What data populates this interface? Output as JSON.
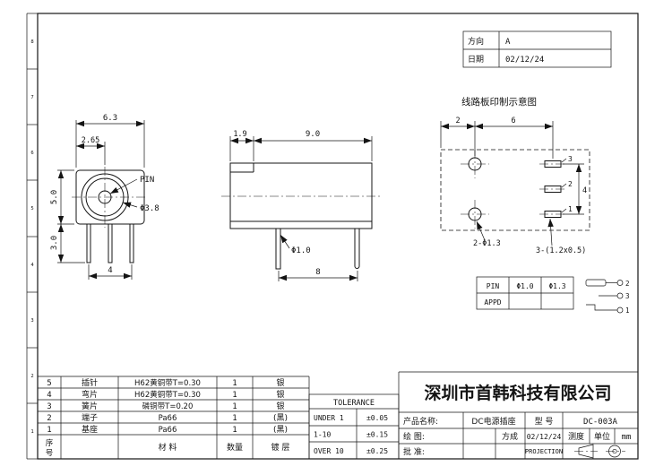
{
  "colors": {
    "background": "#ffffff",
    "line": "#141414"
  },
  "zones": [
    "8",
    "7",
    "6",
    "5",
    "4",
    "3",
    "2",
    "1"
  ],
  "info_box": {
    "direction_label": "方向",
    "direction_value": "A",
    "date_label": "日期",
    "date_value": "02/12/24"
  },
  "front_view": {
    "dim_width": "6.3",
    "dim_offset": "2.65",
    "dim_height": "5.0",
    "dim_pin_length": "3.0",
    "dim_pin_span": "4",
    "pin_label": "PIN",
    "barrel_dia": "Φ3.8"
  },
  "side_view": {
    "dim_step": "1.9",
    "dim_body": "9.0",
    "dim_pin_span": "8",
    "pin_dia": "Φ1.0"
  },
  "pcb_view": {
    "title": "线路板印制示意图",
    "dim_edge": "2",
    "dim_span": "6",
    "dim_height": "4",
    "pad_numbers": [
      "3",
      "2",
      "1"
    ],
    "holes_note": "2-Φ1.3",
    "pads_note": "3-(1.2x0.5)"
  },
  "pin_table": {
    "col1": "PIN",
    "col2": "Φ1.0",
    "col3": "Φ1.3",
    "row2": "APPD",
    "schematic_numbers": [
      "2",
      "3",
      "1"
    ]
  },
  "bom": {
    "rows": [
      {
        "no": "5",
        "name": "插针",
        "material": "H62黄铜带T=0.30",
        "qty": "1",
        "plating": "银"
      },
      {
        "no": "4",
        "name": "弯片",
        "material": "H62黄铜带T=0.30",
        "qty": "1",
        "plating": "银"
      },
      {
        "no": "3",
        "name": "簧片",
        "material": "磷铜带T=0.20",
        "qty": "1",
        "plating": "银"
      },
      {
        "no": "2",
        "name": "端子",
        "material": "Pa66",
        "qty": "1",
        "plating": "(黑)"
      },
      {
        "no": "1",
        "name": "基座",
        "material": "Pa66",
        "qty": "1",
        "plating": "(黑)"
      }
    ],
    "footer": {
      "no_top": "序",
      "no_bottom": "号",
      "material": "材 料",
      "qty": "数量",
      "plating": "镀 层"
    }
  },
  "tolerance": {
    "title": "TOLERANCE",
    "rows": [
      {
        "range": "UNDER 1",
        "value": "±0.05"
      },
      {
        "range": "1-10",
        "value": "±0.15"
      },
      {
        "range": "OVER 10",
        "value": "±0.25"
      }
    ]
  },
  "title_block": {
    "company": "深圳市首韩科技有限公司",
    "product_label": "产品名称:",
    "product_value": "DC电源插座",
    "model_label": "型  号",
    "model_value": "DC-003A",
    "draw_label": "绘  图:",
    "drawer": "方成",
    "draw_date": "02/12/24",
    "scale_label": "测度",
    "unit_label": "单位",
    "unit_value": "mm",
    "approve_label": "批  准:",
    "projection_label": "PROJECTION"
  }
}
